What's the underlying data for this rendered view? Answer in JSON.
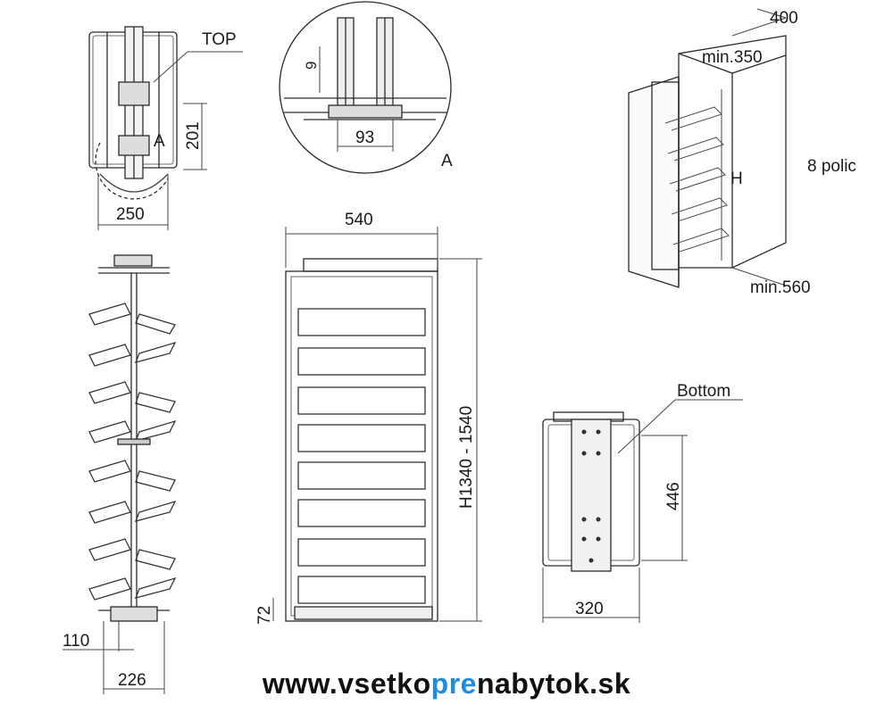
{
  "labels": {
    "top": "TOP",
    "dim_201": "201",
    "detail_mark": "A",
    "dim_250": "250",
    "dim_9": "9",
    "dim_93": "93",
    "detail_label": "A",
    "dim_400": "400",
    "min_350": "min.350",
    "height_h": "H",
    "shelves": "8 polic",
    "min_560": "min.560",
    "dim_540": "540",
    "height_range": "H1340 - 1540",
    "dim_72": "72",
    "bottom": "Bottom",
    "dim_446": "446",
    "dim_320": "320",
    "dim_110": "110",
    "dim_226": "226"
  },
  "footer": {
    "url_part1": "www.vsetko",
    "url_part2": "pre",
    "url_part3": "nabytok.sk",
    "accent_color": "#1f8ce0"
  }
}
